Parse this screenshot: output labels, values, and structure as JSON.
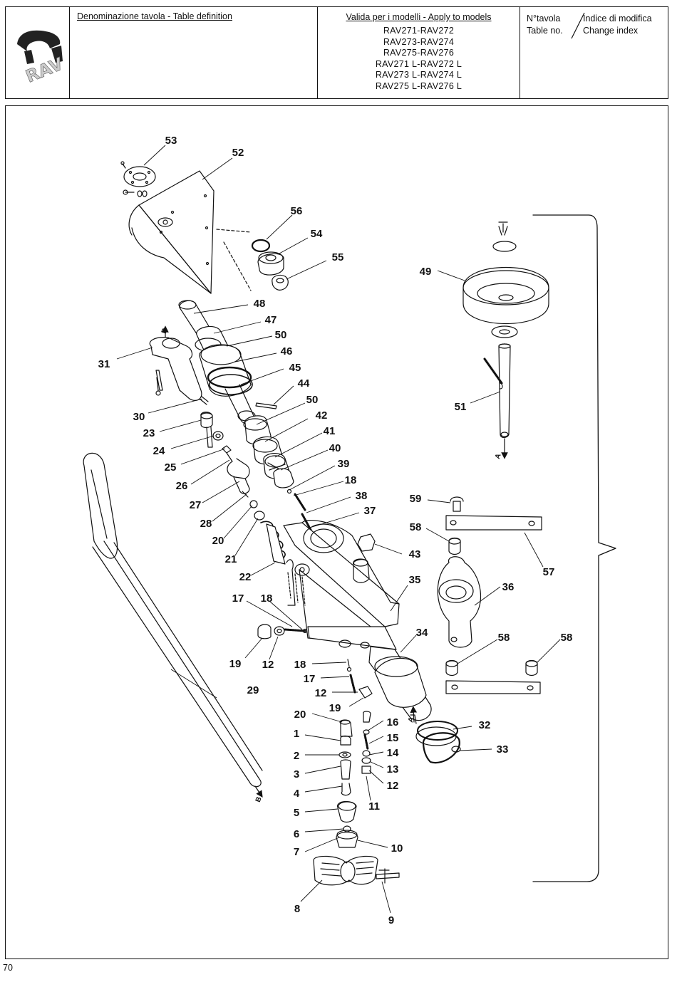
{
  "header": {
    "table_definition_label": "Denominazione tavola - Table definition",
    "models_label": "Valida per i modelli - Apply to models",
    "models": [
      "RAV271-RAV272",
      "RAV273-RAV274",
      "RAV275-RAV276",
      "RAV271 L-RAV272 L",
      "RAV273 L-RAV274 L",
      "RAV275 L-RAV276 L"
    ],
    "table_no_label": [
      "N°tavola",
      "Table no."
    ],
    "change_index_label": [
      "Indice di modifica",
      "Change index"
    ],
    "logo_text": "RAV"
  },
  "diagram": {
    "callouts": [
      {
        "id": "c53",
        "text": "53"
      },
      {
        "id": "c52",
        "text": "52"
      },
      {
        "id": "c56",
        "text": "56"
      },
      {
        "id": "c54",
        "text": "54"
      },
      {
        "id": "c55",
        "text": "55"
      },
      {
        "id": "c49",
        "text": "49"
      },
      {
        "id": "c48",
        "text": "48"
      },
      {
        "id": "c47",
        "text": "47"
      },
      {
        "id": "c50a",
        "text": "50"
      },
      {
        "id": "c46",
        "text": "46"
      },
      {
        "id": "c31",
        "text": "31"
      },
      {
        "id": "c45",
        "text": "45"
      },
      {
        "id": "c44",
        "text": "44"
      },
      {
        "id": "c50b",
        "text": "50"
      },
      {
        "id": "c30",
        "text": "30"
      },
      {
        "id": "c51",
        "text": "51"
      },
      {
        "id": "c42",
        "text": "42"
      },
      {
        "id": "c23",
        "text": "23"
      },
      {
        "id": "c41",
        "text": "41"
      },
      {
        "id": "c24",
        "text": "24"
      },
      {
        "id": "c40",
        "text": "40"
      },
      {
        "id": "c25",
        "text": "25"
      },
      {
        "id": "c39",
        "text": "39"
      },
      {
        "id": "c26",
        "text": "26"
      },
      {
        "id": "c18a",
        "text": "18"
      },
      {
        "id": "c38",
        "text": "38"
      },
      {
        "id": "c59",
        "text": "59"
      },
      {
        "id": "c27",
        "text": "27"
      },
      {
        "id": "c37",
        "text": "37"
      },
      {
        "id": "c28",
        "text": "28"
      },
      {
        "id": "c58a",
        "text": "58"
      },
      {
        "id": "c20a",
        "text": "20"
      },
      {
        "id": "c43",
        "text": "43"
      },
      {
        "id": "c21",
        "text": "21"
      },
      {
        "id": "c57",
        "text": "57"
      },
      {
        "id": "c22",
        "text": "22"
      },
      {
        "id": "c35",
        "text": "35"
      },
      {
        "id": "c36",
        "text": "36"
      },
      {
        "id": "c17a",
        "text": "17"
      },
      {
        "id": "c18b",
        "text": "18"
      },
      {
        "id": "c34",
        "text": "34"
      },
      {
        "id": "c58b",
        "text": "58"
      },
      {
        "id": "c58c",
        "text": "58"
      },
      {
        "id": "c19a",
        "text": "19"
      },
      {
        "id": "c12a",
        "text": "12"
      },
      {
        "id": "c18c",
        "text": "18"
      },
      {
        "id": "c17b",
        "text": "17"
      },
      {
        "id": "c29",
        "text": "29"
      },
      {
        "id": "c12b",
        "text": "12"
      },
      {
        "id": "c19b",
        "text": "19"
      },
      {
        "id": "c20b",
        "text": "20"
      },
      {
        "id": "c16",
        "text": "16"
      },
      {
        "id": "c32",
        "text": "32"
      },
      {
        "id": "c1",
        "text": "1"
      },
      {
        "id": "c15",
        "text": "15"
      },
      {
        "id": "c33",
        "text": "33"
      },
      {
        "id": "c2",
        "text": "2"
      },
      {
        "id": "c14",
        "text": "14"
      },
      {
        "id": "c3",
        "text": "3"
      },
      {
        "id": "c13",
        "text": "13"
      },
      {
        "id": "c4",
        "text": "4"
      },
      {
        "id": "c12c",
        "text": "12"
      },
      {
        "id": "c11",
        "text": "11"
      },
      {
        "id": "c5",
        "text": "5"
      },
      {
        "id": "c6",
        "text": "6"
      },
      {
        "id": "c10",
        "text": "10"
      },
      {
        "id": "c7",
        "text": "7"
      },
      {
        "id": "c8",
        "text": "8"
      },
      {
        "id": "c9",
        "text": "9"
      }
    ],
    "arrow_labels": {
      "a_top": "A",
      "a_bottom": "A",
      "b_top": "B",
      "b_bottom": "B"
    }
  },
  "footer": {
    "page_number": "70"
  }
}
